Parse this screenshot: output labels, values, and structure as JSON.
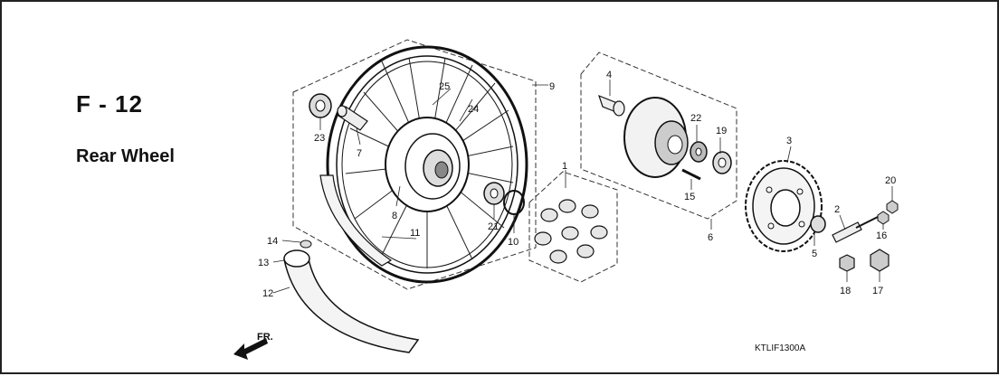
{
  "header": {
    "title": "F - 12",
    "subtitle": "Rear Wheel"
  },
  "footer": {
    "code": "KTLIF1300A"
  },
  "direction": {
    "label": "FR."
  },
  "parts": [
    {
      "number": "1"
    },
    {
      "number": "2"
    },
    {
      "number": "3"
    },
    {
      "number": "4"
    },
    {
      "number": "5"
    },
    {
      "number": "6"
    },
    {
      "number": "7"
    },
    {
      "number": "8"
    },
    {
      "number": "9"
    },
    {
      "number": "10"
    },
    {
      "number": "11"
    },
    {
      "number": "12"
    },
    {
      "number": "13"
    },
    {
      "number": "14"
    },
    {
      "number": "15"
    },
    {
      "number": "16"
    },
    {
      "number": "17"
    },
    {
      "number": "18"
    },
    {
      "number": "19"
    },
    {
      "number": "20"
    },
    {
      "number": "21"
    },
    {
      "number": "22"
    },
    {
      "number": "23"
    },
    {
      "number": "24"
    },
    {
      "number": "25"
    }
  ]
}
